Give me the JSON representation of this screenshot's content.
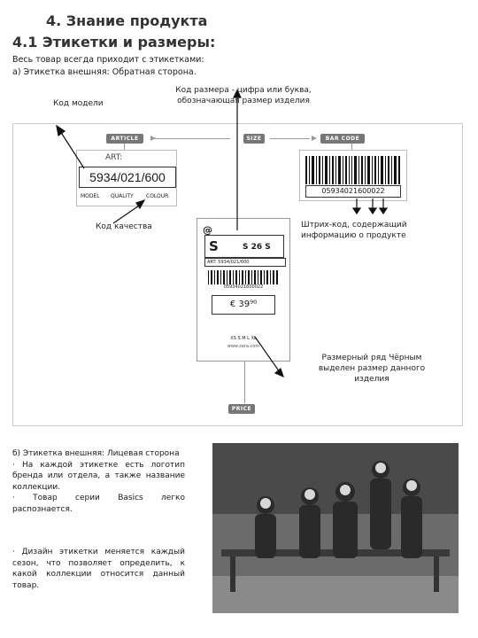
{
  "heading": {
    "title": "4. Знание продукта",
    "subtitle": "4.1 Этикетки и размеры:"
  },
  "intro": {
    "line1": "Весь товар всегда приходит с этикетками:",
    "line2": "а) Этикетка внешняя: Обратная сторона."
  },
  "annotations": {
    "model_code": "Код модели",
    "size_code": "Код размера - цифра или буква, обозначающая размер изделия",
    "quality_code": "Код качества",
    "barcode_note": "Штрих-код, содержащий информацию о продукте",
    "size_range_note": "Размерный ряд Чёрным выделен размер данного изделия"
  },
  "diagram": {
    "label_article": "ARTICLE",
    "label_size": "SIZE",
    "label_barcode": "BAR CODE",
    "label_price": "PRICE",
    "art_caption": "ART:",
    "art_number": "5934/021/600",
    "model": "MODEL",
    "quality": "QUALITY",
    "colour": "COLOUR",
    "barcode_number": "05934021600022",
    "tag_size_letter": "S",
    "tag_size_number": "S 26 S",
    "tag_art": "ART: 5934/021/600",
    "tag_barcode_number": "05934021600022",
    "tag_price": "€ 39⁹⁰",
    "tag_sizes": "XS S M L XL",
    "tag_site": "www.zara.com"
  },
  "section_b": {
    "p1": "б) Этикетка внешняя: Лицевая сторона",
    "p2": "· На каждой этикетке есть логотип бренда или отдела, а также название коллекции.",
    "p3": "· Товар серии Basics легко распознается.",
    "p4": "· Дизайн этикетки меняется каждый сезон, что позволяет определить, к какой коллекции относится данный товар."
  }
}
